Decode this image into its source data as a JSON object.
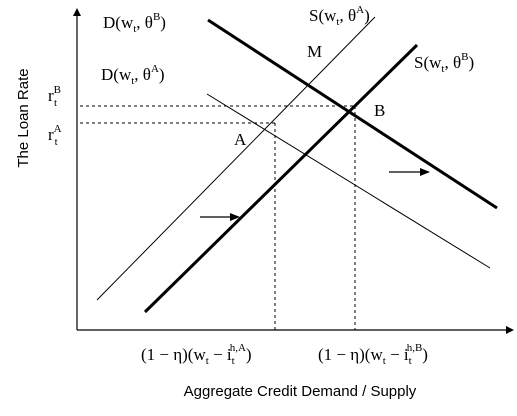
{
  "axes": {
    "y_label": "The Loan Rate",
    "x_label": "Aggregate Credit Demand / Supply"
  },
  "curves": {
    "demand_b": {
      "base": "D(w",
      "sub": "t",
      "mid": ", θ",
      "sup": "B",
      "end": ")"
    },
    "demand_a": {
      "base": "D(w",
      "sub": "t",
      "mid": ", θ",
      "sup": "A",
      "end": ")"
    },
    "supply_a": {
      "base": "S(w",
      "sub": "t",
      "mid": ", θ",
      "sup": "A",
      "end": ")"
    },
    "supply_b": {
      "base": "S(w",
      "sub": "t",
      "mid": ", θ",
      "sup": "B",
      "end": ")"
    }
  },
  "points": {
    "m": "M",
    "a": "A",
    "b": "B"
  },
  "rates": {
    "r_b": {
      "base": "r",
      "sub": "t",
      "sup": "B"
    },
    "r_a": {
      "base": "r",
      "sub": "t",
      "sup": "A"
    }
  },
  "quantities": {
    "q_a": {
      "base": "(1 − η)(w",
      "sub1": "t",
      "mid": " − i",
      "sub2": "t",
      "sup": "h,A",
      "end": ")"
    },
    "q_b": {
      "base": "(1 − η)(w",
      "sub1": "t",
      "mid": " − i",
      "sub2": "t",
      "sup": "h,B",
      "end": ")"
    }
  },
  "icons": {
    "shift_arrow_left": "right-arrow-icon",
    "shift_arrow_right": "right-arrow-icon"
  },
  "colors": {
    "line": "#000000",
    "background": "#ffffff"
  }
}
